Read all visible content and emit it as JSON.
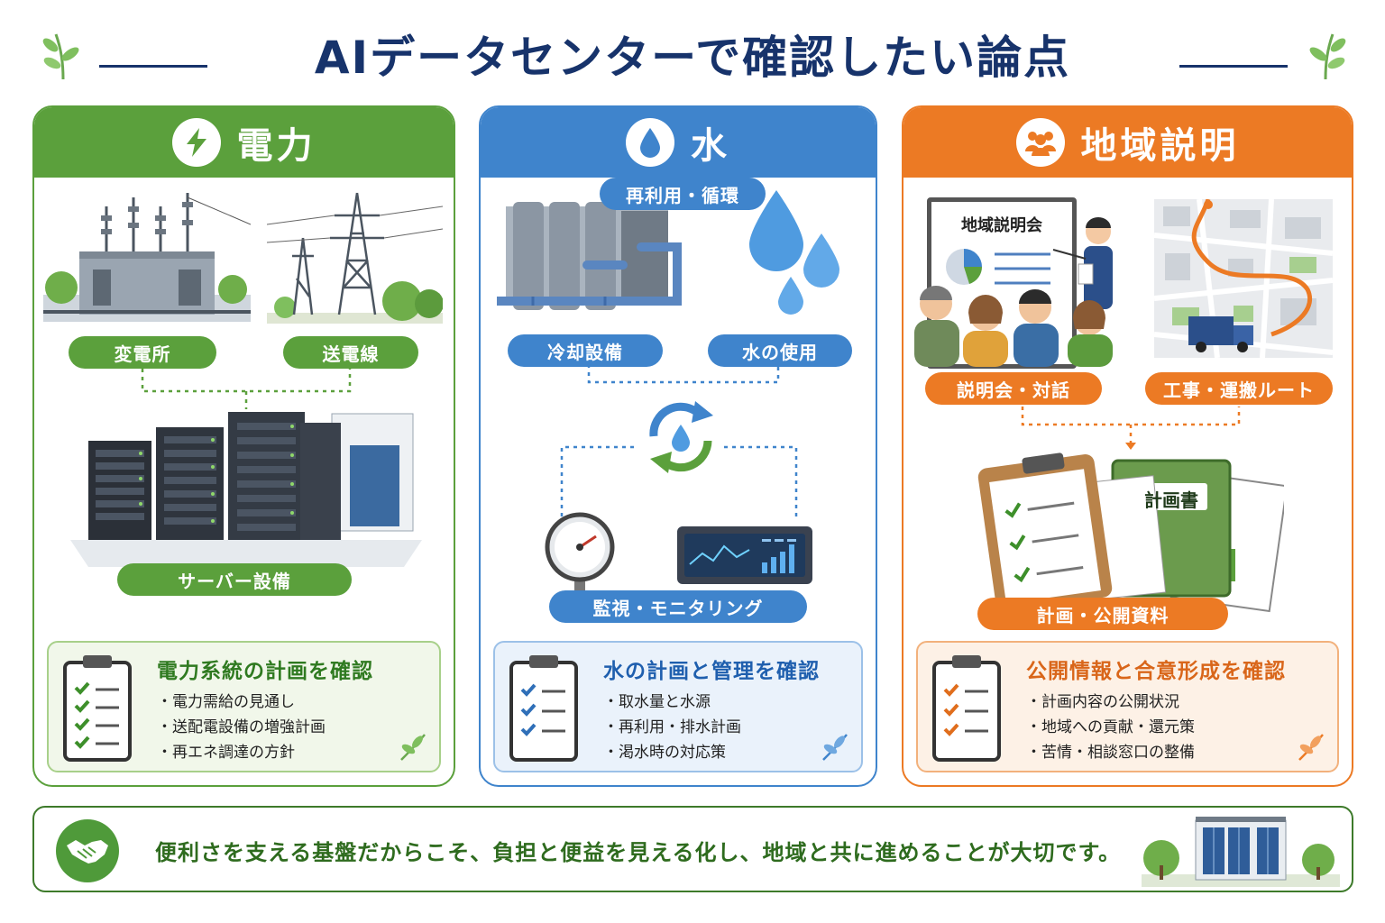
{
  "header": {
    "title": "AIデータセンターで確認したい論点"
  },
  "panels": {
    "power": {
      "title": "電力",
      "labels": {
        "substation": "変電所",
        "transmission": "送電線",
        "servers": "サーバー設備"
      },
      "check_title": "電力系統の計画を確認",
      "items": [
        "電力需給の見通し",
        "送配電設備の増強計画",
        "再エネ調達の方針"
      ]
    },
    "water": {
      "title": "水",
      "labels": {
        "cooling": "冷却設備",
        "usage": "水の使用",
        "reuse": "再利用・循環",
        "monitoring": "監視・モニタリング"
      },
      "check_title": "水の計画と管理を確認",
      "items": [
        "取水量と水源",
        "再利用・排水計画",
        "渇水時の対応策"
      ]
    },
    "community": {
      "title": "地域説明",
      "board_title": "地域説明会",
      "book_label": "計画書",
      "labels": {
        "meeting": "説明会・対話",
        "route": "工事・運搬ルート",
        "documents": "計画・公開資料"
      },
      "check_title": "公開情報と合意形成を確認",
      "items": [
        "計画内容の公開状況",
        "地域への貢献・還元策",
        "苦情・相談窓口の整備"
      ]
    }
  },
  "banner": {
    "text": "便利さを支える基盤だからこそ、負担と便益を見える化し、地域と共に進めることが大切です。"
  },
  "colors": {
    "green": "#5ba03c",
    "blue": "#3f84cc",
    "orange": "#ec7a24",
    "navy": "#17336b"
  },
  "icons": [
    "lightning-icon",
    "water-drop-icon",
    "people-icon",
    "clipboard-icon",
    "handshake-icon",
    "leaf-icon"
  ]
}
